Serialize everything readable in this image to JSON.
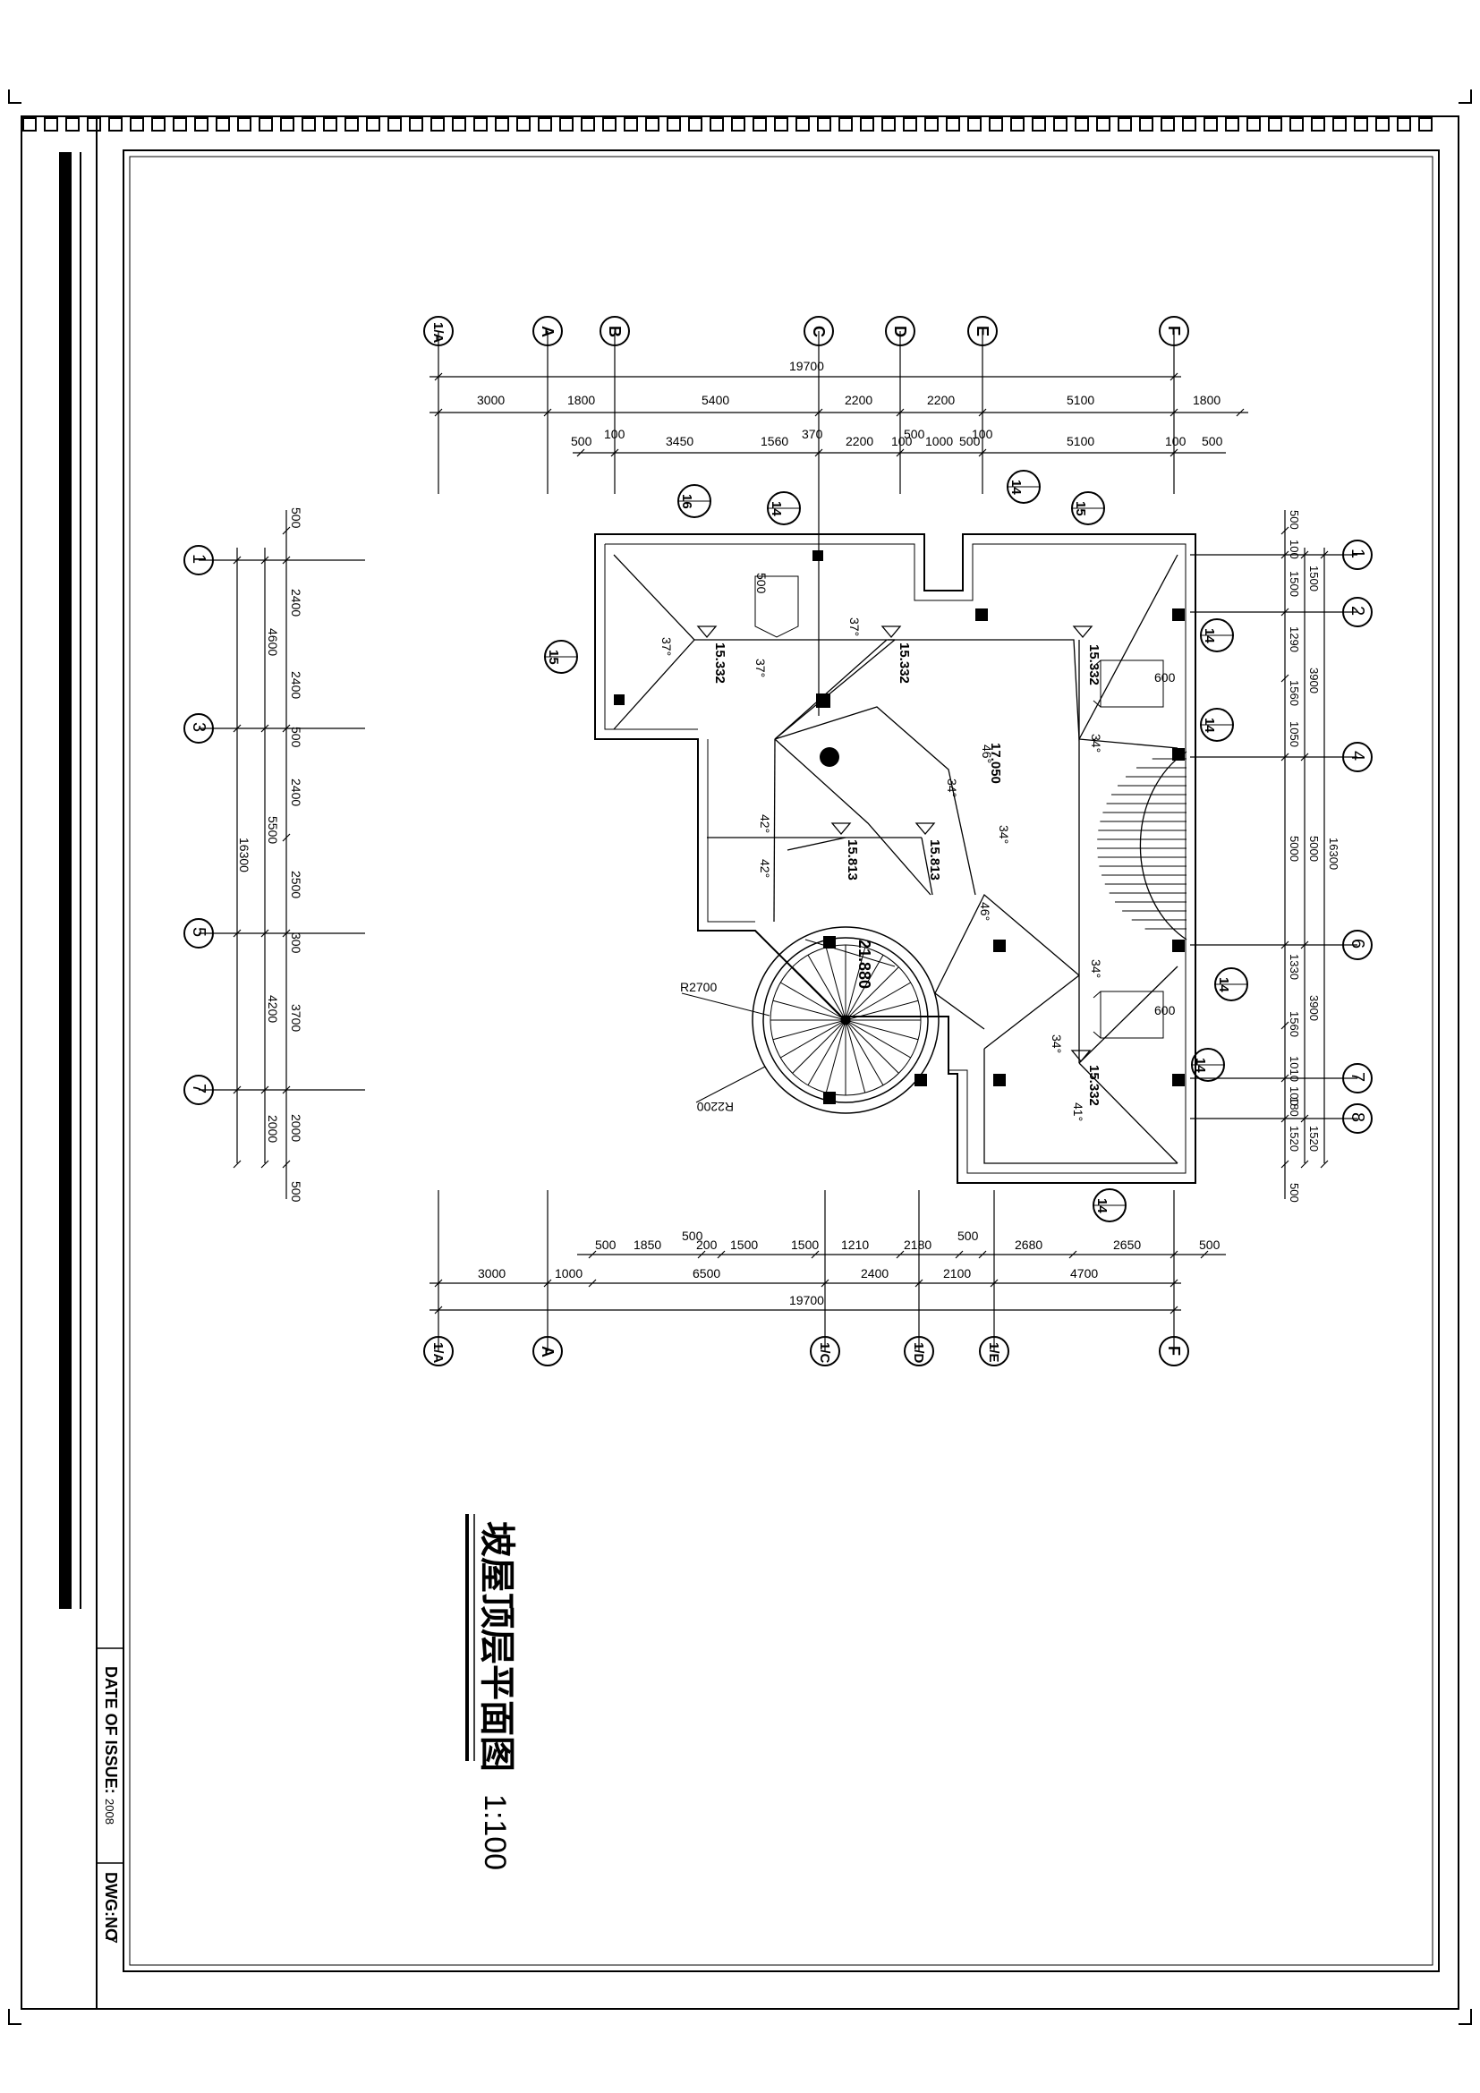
{
  "drawing": {
    "title": "坡屋顶层平面图",
    "scale": "1:100",
    "date_label": "DATE OF ISSUE:",
    "date_value": "2008",
    "dwg_label": "DWG:NO",
    "dwg_value": "7"
  },
  "top_axes": [
    "1/A",
    "A",
    "B",
    "C",
    "D",
    "E",
    "F"
  ],
  "bottom_axes": [
    "1/A",
    "A",
    "1/C",
    "1/D",
    "1/E",
    "F"
  ],
  "left_axes": [
    "1",
    "3",
    "5",
    "7"
  ],
  "right_axes": [
    "1",
    "2",
    "4",
    "6",
    "7",
    "8"
  ],
  "top_dims": {
    "total": "19700",
    "row1": [
      "3000",
      "1800",
      "5400",
      "2200",
      "2200",
      "5100",
      "1800"
    ],
    "row2": [
      "500",
      "100",
      "3450",
      "1560",
      "370",
      "2200",
      "100",
      "500",
      "1000",
      "500",
      "100",
      "5100",
      "100",
      "500"
    ]
  },
  "bottom_dims": {
    "total": "19700",
    "row1": [
      "3000",
      "1000",
      "6500",
      "2400",
      "2100",
      "4700"
    ],
    "row2": [
      "500",
      "1850",
      "500",
      "200",
      "1500",
      "1500",
      "1210",
      "2180",
      "500",
      "2680",
      "2650",
      "500"
    ]
  },
  "left_dims": {
    "total": "16300",
    "row1": [
      "4600",
      "5500",
      "4200",
      "2000"
    ],
    "row2": [
      "500",
      "2400",
      "2400",
      "500",
      "2400",
      "2500",
      "300",
      "3700",
      "2000",
      "500"
    ]
  },
  "right_dims": {
    "total": "16300",
    "row1": [
      "3900",
      "5000",
      "3900",
      "1520"
    ],
    "row2": [
      "500",
      "100",
      "1500",
      "1290",
      "1560",
      "1050",
      "5000",
      "1330",
      "1560",
      "1010",
      "100",
      "180",
      "1520",
      "500"
    ],
    "row3": [
      "1500"
    ]
  },
  "elevations": [
    "15.332",
    "15.332",
    "15.332",
    "17.050",
    "15.813",
    "15.813",
    "15.332",
    "21.880"
  ],
  "slopes": [
    "37°",
    "37°",
    "37°",
    "34°",
    "34°",
    "34°",
    "46°",
    "42°",
    "42°",
    "46°",
    "34°",
    "34°",
    "41°"
  ],
  "detail_refs": [
    "16",
    "14",
    "14",
    "15",
    "15",
    "14",
    "14",
    "14",
    "14",
    "14"
  ],
  "radii": [
    "R2700",
    "R2200"
  ],
  "offsets": [
    "600",
    "600",
    "500"
  ]
}
